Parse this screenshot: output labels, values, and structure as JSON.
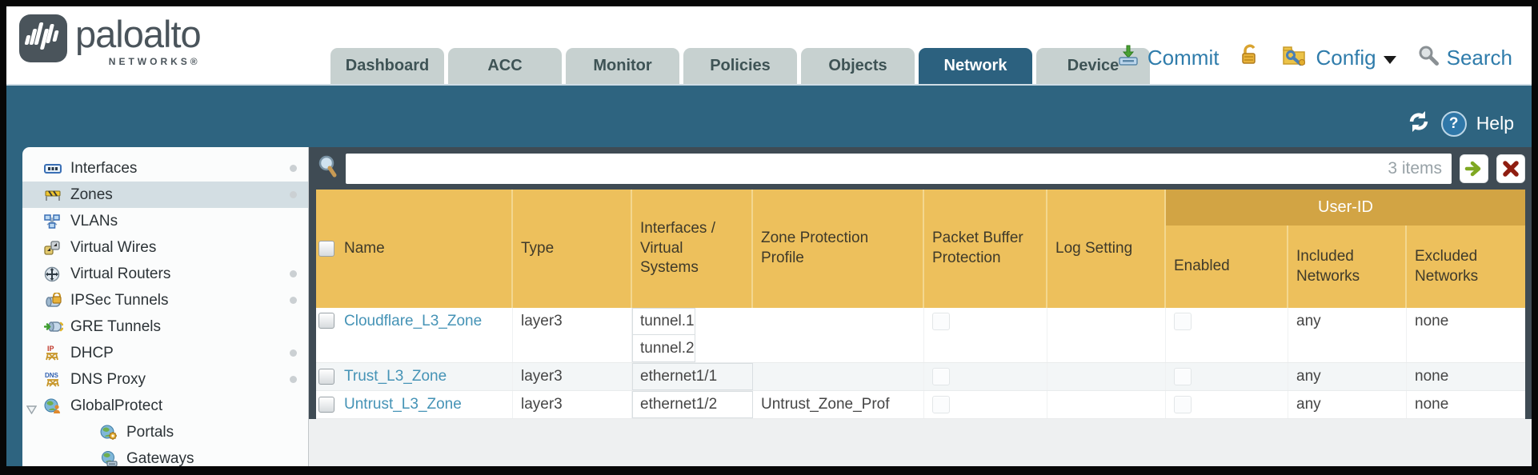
{
  "brand": {
    "wordmark": "paloalto",
    "subtext": "NETWORKS®"
  },
  "header": {
    "tabs": [
      {
        "label": "Dashboard",
        "active": false
      },
      {
        "label": "ACC",
        "active": false
      },
      {
        "label": "Monitor",
        "active": false
      },
      {
        "label": "Policies",
        "active": false
      },
      {
        "label": "Objects",
        "active": false
      },
      {
        "label": "Network",
        "active": true
      },
      {
        "label": "Device",
        "active": false
      }
    ],
    "actions": {
      "commit": "Commit",
      "config": "Config",
      "search": "Search"
    }
  },
  "band": {
    "help_label": "Help"
  },
  "sidebar": {
    "items": [
      {
        "label": "Interfaces",
        "icon": "interfaces-icon",
        "dot": true,
        "selected": false,
        "child": false,
        "expandable": false
      },
      {
        "label": "Zones",
        "icon": "zones-icon",
        "dot": true,
        "selected": true,
        "child": false,
        "expandable": false
      },
      {
        "label": "VLANs",
        "icon": "vlans-icon",
        "dot": false,
        "selected": false,
        "child": false,
        "expandable": false
      },
      {
        "label": "Virtual Wires",
        "icon": "virtual-wires-icon",
        "dot": false,
        "selected": false,
        "child": false,
        "expandable": false
      },
      {
        "label": "Virtual Routers",
        "icon": "virtual-routers-icon",
        "dot": true,
        "selected": false,
        "child": false,
        "expandable": false
      },
      {
        "label": "IPSec Tunnels",
        "icon": "ipsec-tunnels-icon",
        "dot": true,
        "selected": false,
        "child": false,
        "expandable": false
      },
      {
        "label": "GRE Tunnels",
        "icon": "gre-tunnels-icon",
        "dot": false,
        "selected": false,
        "child": false,
        "expandable": false
      },
      {
        "label": "DHCP",
        "icon": "dhcp-icon",
        "dot": true,
        "selected": false,
        "child": false,
        "expandable": false
      },
      {
        "label": "DNS Proxy",
        "icon": "dns-proxy-icon",
        "dot": true,
        "selected": false,
        "child": false,
        "expandable": false
      },
      {
        "label": "GlobalProtect",
        "icon": "globalprotect-icon",
        "dot": false,
        "selected": false,
        "child": false,
        "expandable": true
      },
      {
        "label": "Portals",
        "icon": "portals-icon",
        "dot": false,
        "selected": false,
        "child": true,
        "expandable": false
      },
      {
        "label": "Gateways",
        "icon": "gateways-icon",
        "dot": false,
        "selected": false,
        "child": true,
        "expandable": false
      }
    ]
  },
  "filter": {
    "value": "",
    "count_label": "3 items"
  },
  "table": {
    "columns": [
      "Name",
      "Type",
      "Interfaces / Virtual Systems",
      "Zone Protection Profile",
      "Packet Buffer Protection",
      "Log Setting"
    ],
    "group": {
      "label": "User-ID",
      "columns": [
        "Enabled",
        "Included Networks",
        "Excluded Networks"
      ]
    },
    "rows": [
      {
        "name": "Cloudflare_L3_Zone",
        "type": "layer3",
        "interfaces": [
          "tunnel.1",
          "tunnel.2"
        ],
        "zone_protection_profile": "",
        "packet_buffer_protection": false,
        "log_setting": "",
        "user_id_enabled": false,
        "included_networks": "any",
        "excluded_networks": "none"
      },
      {
        "name": "Trust_L3_Zone",
        "type": "layer3",
        "interfaces": [
          "ethernet1/1"
        ],
        "zone_protection_profile": "",
        "packet_buffer_protection": false,
        "log_setting": "",
        "user_id_enabled": false,
        "included_networks": "any",
        "excluded_networks": "none"
      },
      {
        "name": "Untrust_L3_Zone",
        "type": "layer3",
        "interfaces": [
          "ethernet1/2"
        ],
        "zone_protection_profile": "Untrust_Zone_Prof",
        "packet_buffer_protection": false,
        "log_setting": "",
        "user_id_enabled": false,
        "included_networks": "any",
        "excluded_networks": "none"
      }
    ]
  },
  "colors": {
    "teal_band": "#2e6480",
    "chrome_slate": "#3f4b54",
    "header_orange": "#edc05c",
    "user_id_band": "#d2a444",
    "tab_inactive": "#c7d1d0",
    "tab_active": "#2c617f",
    "link_blue": "#4593b6",
    "action_blue": "#2f7cab",
    "selected_item": "#d3dee3",
    "go_arrow_green": "#7fa822",
    "clear_x_red": "#8f1d10"
  }
}
